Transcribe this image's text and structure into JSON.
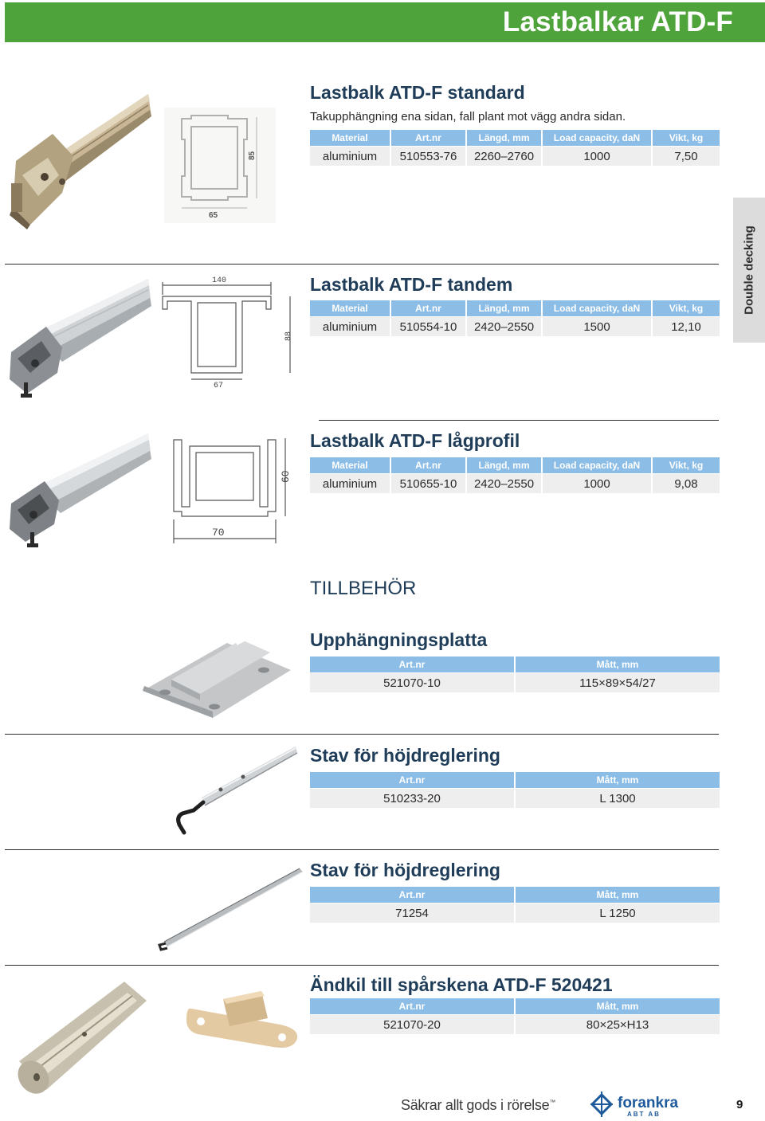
{
  "header": {
    "title": "Lastbalkar ATD-F"
  },
  "side_tab": {
    "label": "Double decking"
  },
  "products": [
    {
      "title": "Lastbalk ATD-F standard",
      "subtitle": "Takupphängning ena sidan, fall plant mot vägg andra sidan.",
      "drawing_labels": [
        "85",
        "65"
      ],
      "columns": [
        "Material",
        "Art.nr",
        "Längd, mm",
        "Load capacity, daN",
        "Vikt, kg"
      ],
      "row": [
        "aluminium",
        "510553-76",
        "2260–2760",
        "1000",
        "7,50"
      ]
    },
    {
      "title": "Lastbalk ATD-F tandem",
      "drawing_labels": [
        "140",
        "88",
        "67"
      ],
      "columns": [
        "Material",
        "Art.nr",
        "Längd, mm",
        "Load capacity, daN",
        "Vikt, kg"
      ],
      "row": [
        "aluminium",
        "510554-10",
        "2420–2550",
        "1500",
        "12,10"
      ]
    },
    {
      "title": "Lastbalk ATD-F lågprofil",
      "drawing_labels": [
        "60",
        "70"
      ],
      "columns": [
        "Material",
        "Art.nr",
        "Längd, mm",
        "Load capacity, daN",
        "Vikt, kg"
      ],
      "row": [
        "aluminium",
        "510655-10",
        "2420–2550",
        "1000",
        "9,08"
      ]
    }
  ],
  "accessories_heading": "TILLBEHÖR",
  "accessories": [
    {
      "title": "Upphängningsplatta",
      "columns": [
        "Art.nr",
        "Mått, mm"
      ],
      "row": [
        "521070-10",
        "115×89×54/27"
      ]
    },
    {
      "title": "Stav för höjdreglering",
      "columns": [
        "Art.nr",
        "Mått, mm"
      ],
      "row": [
        "510233-20",
        "L 1300"
      ]
    },
    {
      "title": "Stav för höjdreglering",
      "columns": [
        "Art.nr",
        "Mått, mm"
      ],
      "row": [
        "71254",
        "L 1250"
      ]
    },
    {
      "title": "Ändkil till spårskena ATD-F 520421",
      "columns": [
        "Art.nr",
        "Mått, mm"
      ],
      "row": [
        "521070-20",
        "80×25×H13"
      ]
    }
  ],
  "footer": {
    "slogan": "Säkrar allt gods i rörelse",
    "trademark": "™",
    "logo_name": "forankra",
    "logo_sub": "ABT AB",
    "page_number": "9"
  },
  "colors": {
    "header_green": "#4ea33a",
    "table_header_blue": "#8bbde6",
    "title_navy": "#1f3d58",
    "row_grey": "#eeeeee",
    "logo_blue": "#1d5a9c"
  }
}
